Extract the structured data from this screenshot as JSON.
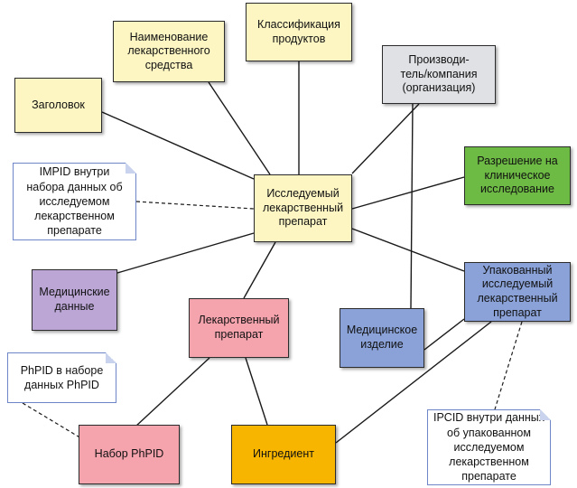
{
  "nodes": {
    "header": "Заголовок",
    "drug_name": "Наименование\nлекарственного\nсредства",
    "product_classification": "Классификация\nпродуктов",
    "manufacturer": "Производи-\nтель/компания\n(организация)",
    "clinical_trial_authorization": "Разрешение на\nклиническое\nисследование",
    "investigational_product": "Исследуемый\nлекарственный\nпрепарат",
    "medical_data": "Медицинские\nданные",
    "medicinal_product": "Лекарственный\nпрепарат",
    "medical_device": "Медицинское\nизделие",
    "packaged_investigational_product": "Упакованный\nисследуемый\nлекарственный\nпрепарат",
    "phpid_set": "Набор PhPID",
    "ingredient": "Ингредиент"
  },
  "notes": {
    "impid": "IMPID внутри\nнабора данных об\nисследуемом\nлекарственном\nпрепарате",
    "phpid": "PhPID в наборе\nданных  PhPID",
    "ipcid": "IPCID внутри данных\nоб упакованном\nисследуемом\nлекарственном\nпрепарате"
  },
  "colors": {
    "yellow": "#fdf6c3",
    "grey": "#dfe1e4",
    "green": "#6dbb44",
    "purple": "#bba6d6",
    "pink": "#f5a3ad",
    "blue": "#8aa2d8",
    "orange": "#f7b500",
    "note_border": "#6e86c8"
  }
}
